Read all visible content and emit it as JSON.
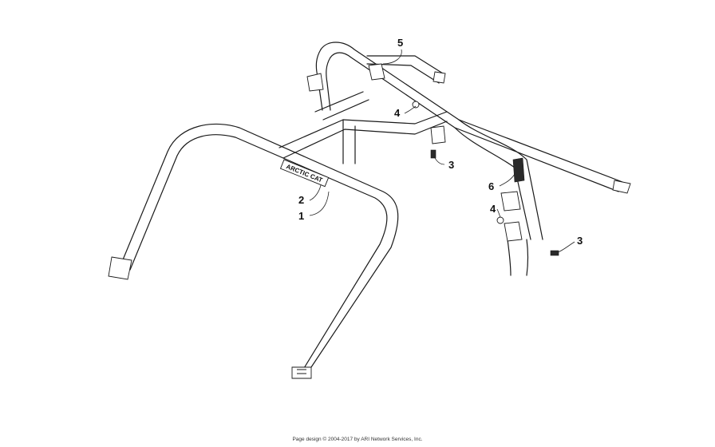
{
  "callouts": {
    "c1": "1",
    "c2": "2",
    "c3a": "3",
    "c3b": "3",
    "c4a": "4",
    "c4b": "4",
    "c5": "5",
    "c6": "6"
  },
  "decals": {
    "brand": "ARCTIC CAT"
  },
  "footer": {
    "copyright": "Page design © 2004-2017 by ARI Network Services, Inc."
  }
}
